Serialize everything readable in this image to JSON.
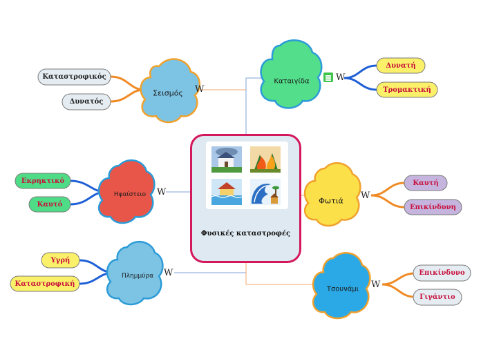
{
  "center": {
    "title": "Φυσικές καταστροφές"
  },
  "topics": {
    "seismos": {
      "label": "Σεισμός",
      "color": "#7dc4e4",
      "border": "#f0a12c",
      "children": [
        "Καταστροφικός",
        "Δυνατός"
      ]
    },
    "kataigida": {
      "label": "Καταιγίδα",
      "color": "#52de8a",
      "border": "#2b9bd8",
      "children": [
        "Δυνατή",
        "Τρομακτική"
      ]
    },
    "ifaisteio": {
      "label": "Ηφαίστειο",
      "color": "#e8564a",
      "border": "#2b9bd8",
      "children": [
        "Εκρηκτικό",
        "Καυτό"
      ]
    },
    "fotia": {
      "label": "Φωτιά",
      "color": "#fbe04a",
      "border": "#f0a12c",
      "children": [
        "Καυτή",
        "Επικίνδυνη"
      ]
    },
    "plimmyra": {
      "label": "Πλημμύρα",
      "color": "#7dc4e4",
      "border": "#2b9bd8",
      "children": [
        "Υγρή",
        "Καταστροφική"
      ]
    },
    "tsounami": {
      "label": "Τσουνάμι",
      "color": "#2ba8e6",
      "border": "#f0a12c",
      "children": [
        "Επικίνδυνο",
        "Γιγάντιο"
      ]
    }
  },
  "wiki_glyph": "W",
  "colors": {
    "center_border": "#d4185c",
    "orange_link": "#f08a24",
    "blue_link": "#1e5fd6",
    "pill_gray": "#e5edf3",
    "pill_yellow": "#fbf06a",
    "pill_green": "#4fdc86",
    "pill_purple": "#c4b4de",
    "text_dark": "#222222",
    "text_red": "#c8103c"
  }
}
